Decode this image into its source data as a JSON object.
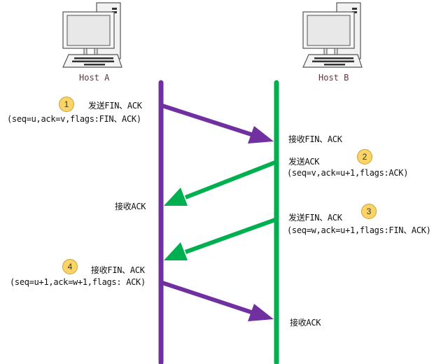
{
  "hosts": [
    {
      "name": "Host A",
      "icon": "desktop-computer-icon"
    },
    {
      "name": "Host B",
      "icon": "desktop-computer-icon"
    }
  ],
  "colors": {
    "host_a_line": "#7030a0",
    "host_b_line": "#00b050",
    "badge_fill": "#fbd466"
  },
  "steps": [
    {
      "number": "1",
      "action": "发送FIN、ACK",
      "params": "(seq=u,ack=v,flags:FIN、ACK)",
      "direction": "A→B",
      "receiver_label": "接收FIN、ACK"
    },
    {
      "number": "2",
      "action": "发送ACK",
      "params": "(seq=v,ack=u+1,flags:ACK)",
      "direction": "B→A",
      "receiver_label": "接收ACK"
    },
    {
      "number": "3",
      "action": "发送FIN、ACK",
      "params": "(seq=w,ack=u+1,flags:FIN、ACK)",
      "direction": "B→A"
    },
    {
      "number": "4",
      "action": "接收FIN、ACK",
      "params": "(seq=u+1,ack=w+1,flags: ACK)",
      "direction": "A→B",
      "receiver_label": "接收ACK"
    }
  ]
}
